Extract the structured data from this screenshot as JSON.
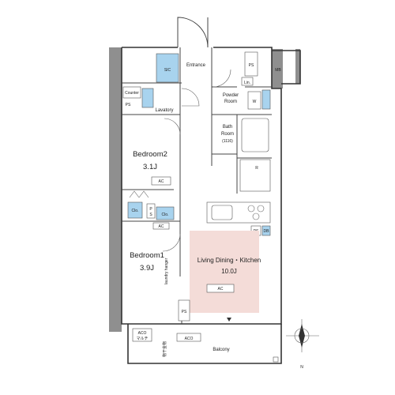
{
  "rooms": {
    "entrance": "Entrance",
    "sic": "SIC",
    "ps_top": "PS",
    "mb": "MB",
    "counter": "Counter",
    "ps_lav": "PS",
    "lavatory": "Lavatory",
    "powder_room_1": "Powder",
    "powder_room_2": "Room",
    "lin": "Lin.",
    "w": "W",
    "bath_1": "Bath",
    "bath_2": "Room",
    "bath_3": "(1116)",
    "r": "R",
    "bedroom2_name": "Bedroom2",
    "bedroom2_size": "3.1J",
    "bedroom2_ac": "AC",
    "clo_1": "Clo.",
    "clo_2": "Clo.",
    "ps_clo": "P",
    "ps_clo_2": "S",
    "ac_mid": "AC",
    "ps_kitchen": "PS",
    "db": "DB",
    "bedroom1_name": "Bedroom1",
    "bedroom1_size": "3.9J",
    "laundry": "laundry hanger",
    "ldk_name": "Living Dining・Kitchen",
    "ldk_size": "10.0J",
    "ldk_ac": "AC",
    "ps_bottom": "PS",
    "aco_1": "ACO",
    "aco_1b": "マルチ",
    "aco_2": "ACO",
    "balcony_note": "物干金物",
    "balcony": "Balcony",
    "compass": "N"
  },
  "colors": {
    "ldk_fill": "#f4dcd8",
    "storage_fill": "#a8d3ee",
    "wall_fill": "#8f8f8f"
  }
}
